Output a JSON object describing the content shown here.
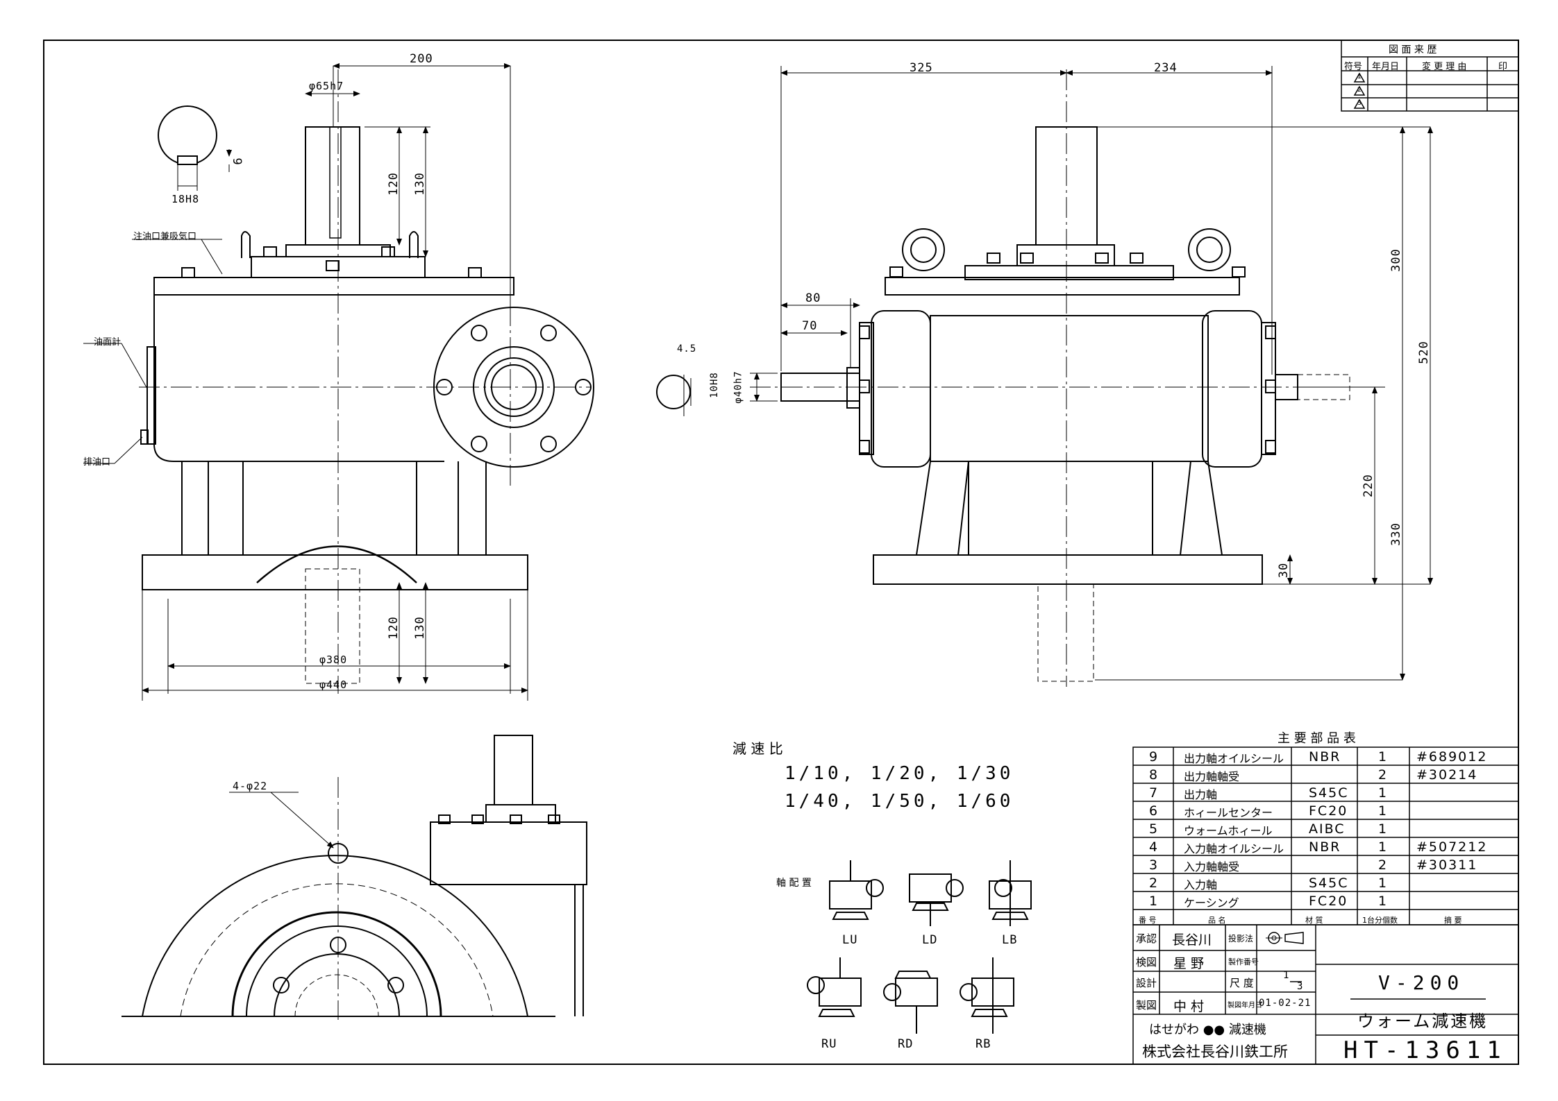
{
  "revision": {
    "title": "図 面 来 歴",
    "headers": [
      "符号",
      "年月日",
      "変 更 理 由",
      "印"
    ],
    "marks": [
      "1",
      "2",
      "3"
    ]
  },
  "dims": {
    "front_200": "200",
    "front_shaft_dia": "φ65h7",
    "front_120": "120",
    "front_130": "130",
    "key_6": "6",
    "key_18": "18H8",
    "base_120": "120",
    "base_130": "130",
    "base_380": "φ380",
    "base_440": "φ440",
    "side_325": "325",
    "side_234": "234",
    "side_80": "80",
    "side_70": "70",
    "side_45": "4.5",
    "side_10h8": "10H8",
    "side_40h7": "φ40h7",
    "side_300": "300",
    "side_520": "520",
    "side_220": "220",
    "side_330": "330",
    "side_30": "30",
    "holes": "4-φ22"
  },
  "labels": {
    "oil_fill": "注油口兼吸気口",
    "oil_gauge": "油面計",
    "oil_drain": "排油口"
  },
  "ratio": {
    "title": "減 速 比",
    "line1": "1/10, 1/20, 1/30",
    "line2": "1/40, 1/50, 1/60"
  },
  "arrangement": {
    "title": "軸 配 置",
    "items": [
      "LU",
      "LD",
      "LB",
      "RU",
      "RD",
      "RB"
    ]
  },
  "parts": {
    "title": "主 要 部 品 表",
    "rows": [
      {
        "no": "9",
        "name": "出力軸オイルシール",
        "mat": "NBR",
        "qty": "1",
        "note": "#689012"
      },
      {
        "no": "8",
        "name": "出力軸軸受",
        "mat": "",
        "qty": "2",
        "note": "#30214"
      },
      {
        "no": "7",
        "name": "出力軸",
        "mat": "S45C",
        "qty": "1",
        "note": ""
      },
      {
        "no": "6",
        "name": "ホィールセンター",
        "mat": "FC20",
        "qty": "1",
        "note": ""
      },
      {
        "no": "5",
        "name": "ウォームホィール",
        "mat": "AIBC",
        "qty": "1",
        "note": ""
      },
      {
        "no": "4",
        "name": "入力軸オイルシール",
        "mat": "NBR",
        "qty": "1",
        "note": "#507212"
      },
      {
        "no": "3",
        "name": "入力軸軸受",
        "mat": "",
        "qty": "2",
        "note": "#30311"
      },
      {
        "no": "2",
        "name": "入力軸",
        "mat": "S45C",
        "qty": "1",
        "note": ""
      },
      {
        "no": "1",
        "name": "ケーシング",
        "mat": "FC20",
        "qty": "1",
        "note": ""
      }
    ],
    "headers": {
      "no": "番 号",
      "name": "品 名",
      "mat": "材 質",
      "qty": "1台分個数",
      "note": "摘 要"
    }
  },
  "title_block": {
    "approve_label": "承認",
    "approve_name": "長谷川",
    "check_label": "検図",
    "check_name": "星 野",
    "design_label": "設計",
    "design_name": "",
    "draw_label": "製図",
    "draw_name": "中 村",
    "proj_label": "投影法",
    "prod_label": "製作番号",
    "scale_label": "尺 度",
    "scale_num": "1",
    "scale_den": "3",
    "date_label": "製図年月日",
    "date": "01-02-21",
    "company1": "はせがわ ●● 減速機",
    "company2": "株式会社長谷川鉄工所",
    "model": "V-200",
    "product": "ウォーム減速機",
    "drawing_no": "HT-13611"
  }
}
